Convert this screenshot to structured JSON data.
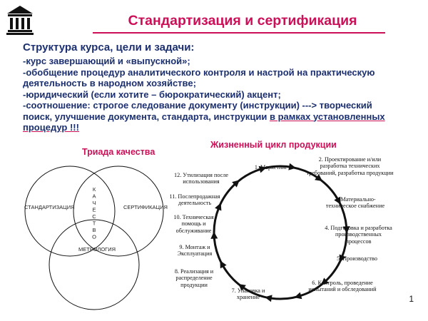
{
  "title": "Стандартизация и сертификация",
  "intro": {
    "heading": "Структура курса, цели и задачи:",
    "lines": [
      "-курс завершающий и «выпускной»;",
      "-обобщение процедур аналитического контроля и настрой на практическую",
      "деятельность в народном хозяйстве;",
      "-юридический (если хотите – бюрократический) акцент;",
      "-соотношение: строгое следование документу (инструкции) ---> творческий",
      "поиск, улучшение документа, стандарта, инструкции "
    ],
    "underlined_1": "в рамках установленных",
    "underlined_2": "процедур !!!"
  },
  "triad": {
    "title": "Триада качества",
    "left": "СТАНДАРТИЗАЦИЯ",
    "right": "СЕРТИФИКАЦИЯ",
    "bottom": "МЕТРОЛОГИЯ",
    "center": [
      "К",
      "А",
      "Ч",
      "Е",
      "С",
      "Т",
      "В",
      "О"
    ]
  },
  "cycle": {
    "title": "Жизненный цикл продукции",
    "steps": [
      "1. Маркетинг",
      "2. Проектирование и/или разработка технических требований, разработка продукции",
      "3. Материально-техническое снабжение",
      "4. Подготовка и разработка производственных процессов",
      "5. Производство",
      "6. Контроль, проведение испытаний и обследований",
      "7. Упаковка и хранение",
      "8. Реализация и распределение продукции",
      "9. Монтаж и Эксплуатация",
      "10. Техническая помощь и обслуживание",
      "11. Послепродажная деятельность",
      "12. Утилизация после использования"
    ]
  },
  "page_number": "1",
  "colors": {
    "title": "#cc1058",
    "text": "#1c2f6f"
  }
}
